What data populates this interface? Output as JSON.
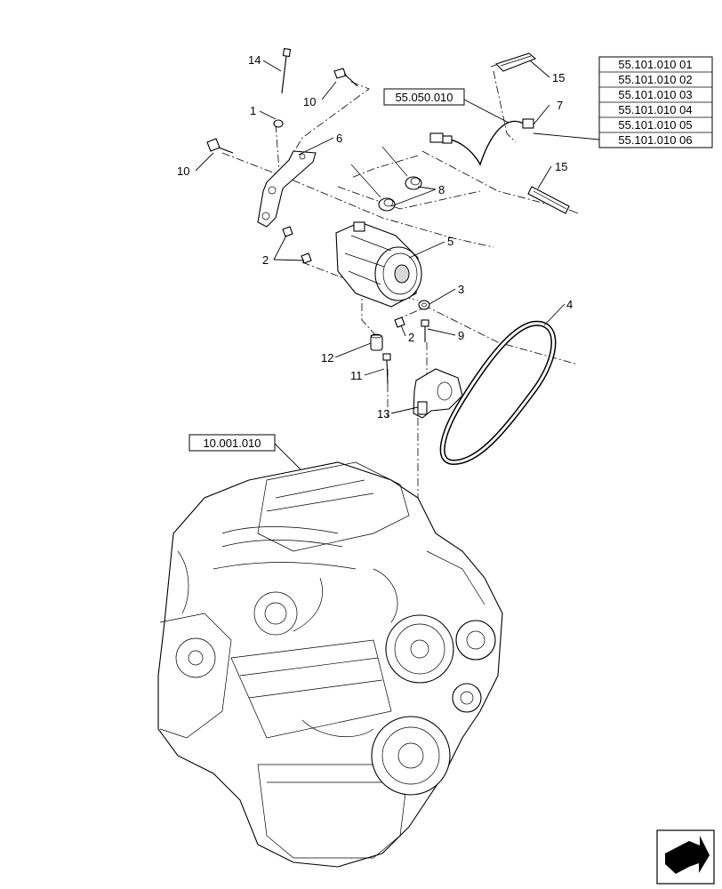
{
  "callouts": {
    "c14": "14",
    "c10a": "10",
    "c1": "1",
    "c6": "6",
    "c10b": "10",
    "c8": "8",
    "c5": "5",
    "c2a": "2",
    "c3": "3",
    "c2b": "2",
    "c9": "9",
    "c12": "12",
    "c11": "11",
    "c13": "13",
    "c4": "4",
    "c15a": "15",
    "c7": "7",
    "c15b": "15"
  },
  "references": {
    "r1": "55.050.010",
    "r2": "10.001.010"
  },
  "ref_table": [
    "55.101.010 01",
    "55.101.010 02",
    "55.101.010 03",
    "55.101.010 04",
    "55.101.010 05",
    "55.101.010 06"
  ]
}
